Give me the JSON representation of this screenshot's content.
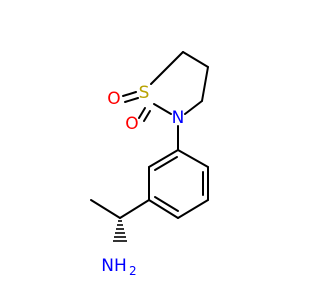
{
  "molecule": {
    "atoms": {
      "sulfur": {
        "symbol": "S",
        "color": "#b8a200"
      },
      "oxygen_top": {
        "symbol": "O",
        "color": "#ff0000"
      },
      "oxygen_bottom": {
        "symbol": "O",
        "color": "#ff0000"
      },
      "nitrogen_ring": {
        "symbol": "N",
        "color": "#0000ff"
      },
      "amine": {
        "symbol": "NH",
        "subscript": "2",
        "color": "#0000ff"
      }
    },
    "bond_color": "#000000"
  }
}
